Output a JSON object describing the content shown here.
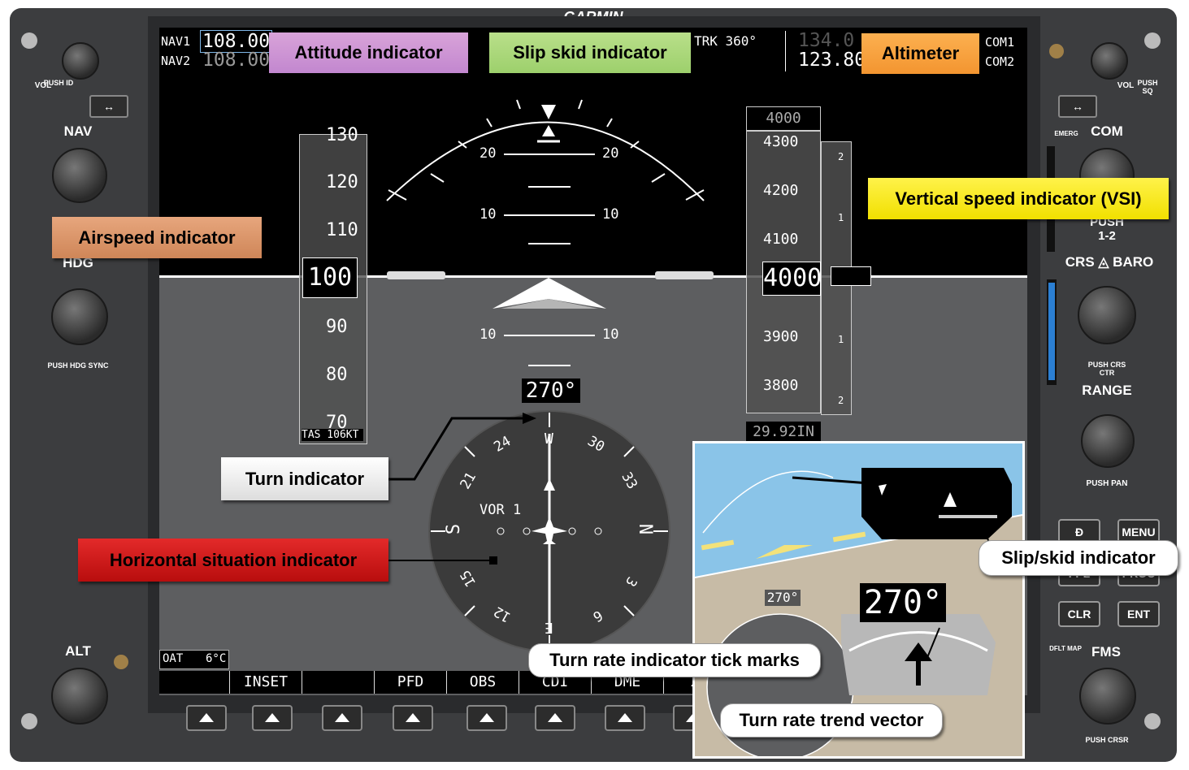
{
  "brand": "GARMIN",
  "colors": {
    "sky": "#000000",
    "ground": "#5d5e60",
    "inset_sky": "#8ac4e8",
    "inset_ground": "#c7bba6"
  },
  "nav": {
    "nav1_label": "NAV1",
    "nav1_freq": "108.00",
    "nav2_label": "NAV2",
    "nav2_freq": "108.00"
  },
  "com": {
    "com1_label": "COM1",
    "com2_label": "COM2",
    "standby": "134.0",
    "active": "123.80"
  },
  "track": "TRK 360°",
  "airspeed": {
    "ticks": [
      "130",
      "120",
      "110",
      "100",
      "90",
      "80",
      "70"
    ],
    "current": "100",
    "tas": "TAS 106KT"
  },
  "altimeter": {
    "selected": "4000",
    "ticks": [
      "4300",
      "4200",
      "4100",
      "4000",
      "3900",
      "3800"
    ],
    "current": "4000",
    "baro": "29.92IN"
  },
  "vsi": {
    "ticks": [
      "2",
      "1",
      "1",
      "2"
    ]
  },
  "attitude": {
    "pitch_labels": [
      "20",
      "20",
      "10",
      "10",
      "10",
      "10"
    ]
  },
  "heading": {
    "value": "270°",
    "source": "VOR 1",
    "cardinals": [
      "S",
      "N",
      "W",
      "E"
    ],
    "numbers": [
      "24",
      "21",
      "30",
      "33",
      "15",
      "12",
      "3",
      "6"
    ]
  },
  "oat": {
    "label": "OAT",
    "value": "6°C"
  },
  "softkeys": [
    "INSET",
    "PFD",
    "OBS",
    "CDI",
    "DME",
    "XF"
  ],
  "left_panel": {
    "vol": "VOL",
    "push_id": "PUSH ID",
    "nav": "NAV",
    "hdg": "HDG",
    "push_hdg_sync": "PUSH HDG SYNC",
    "alt": "ALT"
  },
  "right_panel": {
    "vol": "VOL",
    "push_sq": "PUSH SQ",
    "emerg": "EMERG",
    "com": "COM",
    "push_12": "PUSH 1-2",
    "crs_baro": "CRS ◬ BARO",
    "push_crs_ctr": "PUSH CRS CTR",
    "range": "RANGE",
    "push_pan": "PUSH PAN",
    "direct": "Ð",
    "menu": "MENU",
    "fpl": "FPL",
    "proc": "PROC",
    "clr": "CLR",
    "ent": "ENT",
    "dflt_map": "DFLT MAP",
    "fms": "FMS",
    "push_crsr": "PUSH CRSR"
  },
  "inset": {
    "heading": "270°",
    "heading_small": "270°"
  },
  "callouts": {
    "attitude": "Attitude indicator",
    "slip_skid": "Slip skid indicator",
    "altimeter": "Altimeter",
    "vsi": "Vertical speed indicator (VSI)",
    "airspeed": "Airspeed indicator",
    "turn": "Turn indicator",
    "hsi": "Horizontal situation indicator",
    "slip_skid_inset": "Slip/skid indicator",
    "turn_rate_ticks": "Turn rate indicator tick marks",
    "turn_rate_vector": "Turn rate trend vector"
  }
}
